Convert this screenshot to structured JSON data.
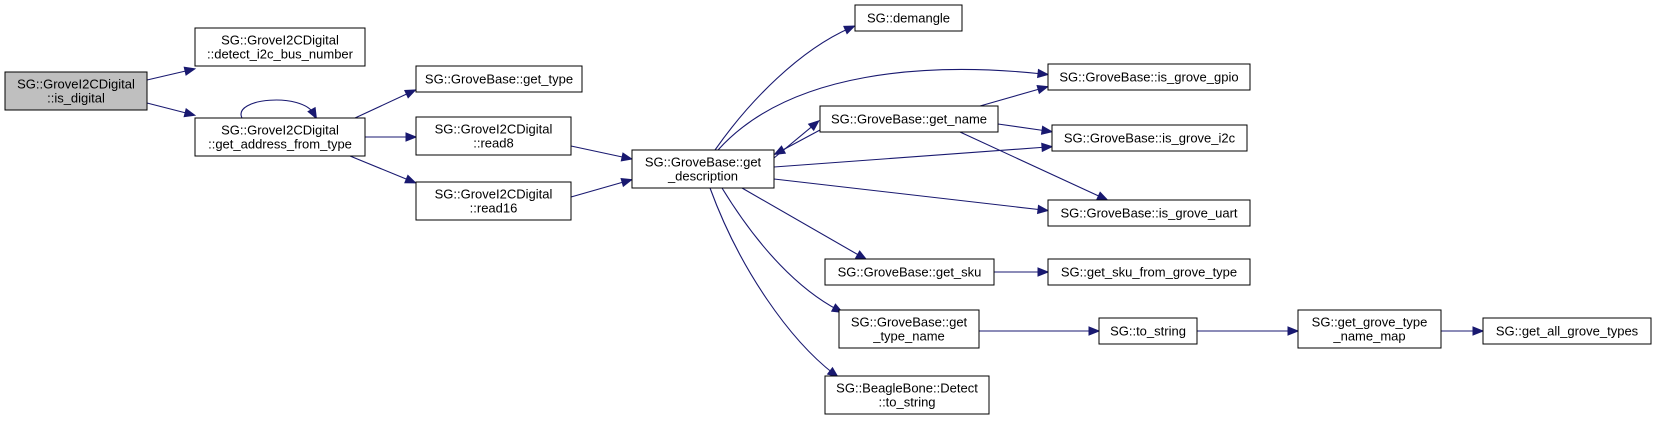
{
  "graph": {
    "type": "call-graph",
    "edge_color": "#191970",
    "root_fill": "#bfbfbf",
    "node_fill": "#ffffff",
    "nodes": [
      {
        "id": "is_digital",
        "lines": [
          "SG::GroveI2CDigital",
          "::is_digital"
        ],
        "root": true
      },
      {
        "id": "detect_i2c_bus_number",
        "lines": [
          "SG::GroveI2CDigital",
          "::detect_i2c_bus_number"
        ]
      },
      {
        "id": "get_address_from_type",
        "lines": [
          "SG::GroveI2CDigital",
          "::get_address_from_type"
        ]
      },
      {
        "id": "get_type",
        "lines": [
          "SG::GroveBase::get_type"
        ]
      },
      {
        "id": "read8",
        "lines": [
          "SG::GroveI2CDigital",
          "::read8"
        ]
      },
      {
        "id": "read16",
        "lines": [
          "SG::GroveI2CDigital",
          "::read16"
        ]
      },
      {
        "id": "get_description",
        "lines": [
          "SG::GroveBase::get",
          "_description"
        ]
      },
      {
        "id": "demangle",
        "lines": [
          "SG::demangle"
        ]
      },
      {
        "id": "get_name",
        "lines": [
          "SG::GroveBase::get_name"
        ]
      },
      {
        "id": "is_grove_gpio",
        "lines": [
          "SG::GroveBase::is_grove_gpio"
        ]
      },
      {
        "id": "is_grove_i2c",
        "lines": [
          "SG::GroveBase::is_grove_i2c"
        ]
      },
      {
        "id": "is_grove_uart",
        "lines": [
          "SG::GroveBase::is_grove_uart"
        ]
      },
      {
        "id": "get_sku",
        "lines": [
          "SG::GroveBase::get_sku"
        ]
      },
      {
        "id": "get_sku_from_grove_type",
        "lines": [
          "SG::get_sku_from_grove_type"
        ]
      },
      {
        "id": "get_type_name",
        "lines": [
          "SG::GroveBase::get",
          "_type_name"
        ]
      },
      {
        "id": "to_string",
        "lines": [
          "SG::to_string"
        ]
      },
      {
        "id": "get_grove_type_name_map",
        "lines": [
          "SG::get_grove_type",
          "_name_map"
        ]
      },
      {
        "id": "get_all_grove_types",
        "lines": [
          "SG::get_all_grove_types"
        ]
      },
      {
        "id": "bb_to_string",
        "lines": [
          "SG::BeagleBone::Detect",
          "::to_string"
        ]
      }
    ],
    "edges": [
      {
        "from": "is_digital",
        "to": "detect_i2c_bus_number"
      },
      {
        "from": "is_digital",
        "to": "get_address_from_type"
      },
      {
        "from": "get_address_from_type",
        "to": "get_address_from_type"
      },
      {
        "from": "get_address_from_type",
        "to": "get_type"
      },
      {
        "from": "get_address_from_type",
        "to": "read8"
      },
      {
        "from": "get_address_from_type",
        "to": "read16"
      },
      {
        "from": "read8",
        "to": "get_description"
      },
      {
        "from": "read16",
        "to": "get_description"
      },
      {
        "from": "get_description",
        "to": "demangle"
      },
      {
        "from": "get_description",
        "to": "is_grove_gpio"
      },
      {
        "from": "get_description",
        "to": "get_name"
      },
      {
        "from": "get_name",
        "to": "get_description"
      },
      {
        "from": "get_name",
        "to": "is_grove_gpio"
      },
      {
        "from": "get_name",
        "to": "is_grove_i2c"
      },
      {
        "from": "get_name",
        "to": "is_grove_uart"
      },
      {
        "from": "get_description",
        "to": "is_grove_i2c"
      },
      {
        "from": "get_description",
        "to": "is_grove_uart"
      },
      {
        "from": "get_description",
        "to": "get_sku"
      },
      {
        "from": "get_description",
        "to": "get_type_name"
      },
      {
        "from": "get_description",
        "to": "bb_to_string"
      },
      {
        "from": "get_sku",
        "to": "get_sku_from_grove_type"
      },
      {
        "from": "get_type_name",
        "to": "to_string"
      },
      {
        "from": "to_string",
        "to": "get_grove_type_name_map"
      },
      {
        "from": "get_grove_type_name_map",
        "to": "get_all_grove_types"
      }
    ]
  }
}
